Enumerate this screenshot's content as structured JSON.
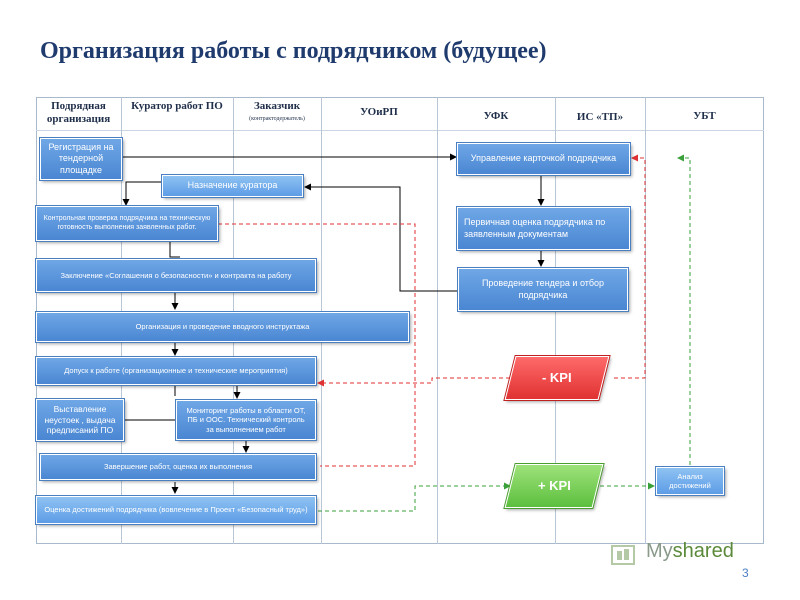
{
  "title": "Организация работы с подрядчиком (будущее)",
  "lanes": [
    {
      "label": "Подрядная организация"
    },
    {
      "label": "Куратор работ ПО"
    },
    {
      "label": "Заказчик",
      "sub": "(контрактодержатель)"
    },
    {
      "label": "УОиРП"
    },
    {
      "label": "УФК"
    },
    {
      "label": "ИС «ТП»"
    },
    {
      "label": "УБТ"
    }
  ],
  "boxes": {
    "registration": "Регистрация на тендерной площадке",
    "assign_curator": "Назначение куратора",
    "control_check": "Контрольная проверка подрядчика на техническую готовность выполнения заявленных работ.",
    "agreement": "Заключение «Соглашения о безопасности» и контракта на работу",
    "briefing": "Организация и проведение вводного инструктажа",
    "admission": "Допуск к работе (организационные и технические мероприятия)",
    "penalties": "Выставление неустоек , выдача предписаний ПО",
    "monitoring": "Мониторинг работы в области ОТ, ПБ и ООС. Технический контроль за выполнением работ",
    "completion": "Завершение работ, оценка их выполнения",
    "evaluation": "Оценка достижений подрядчика (вовлечение в Проект «Безопасный труд»)",
    "card_management": "Управление карточкой подрядчика",
    "primary_assessment": "Первичная оценка подрядчика по заявленным документам",
    "tender": "Проведение тендера и отбор подрядчика",
    "kpi_minus": "- KPI",
    "kpi_plus": "+ KPI",
    "analysis": "Анализ достижений"
  },
  "colors": {
    "box_blue": "#4a86d2",
    "title": "#1f3b6e",
    "kpi_minus": "#e03232",
    "kpi_plus": "#5cbf3e",
    "dashed_red": "#e03232",
    "dashed_green": "#3aa03a",
    "connector": "#000000"
  },
  "page_number": "3",
  "watermark": {
    "text_a": "My",
    "text_b": "shared",
    "icon": "slide-icon"
  }
}
